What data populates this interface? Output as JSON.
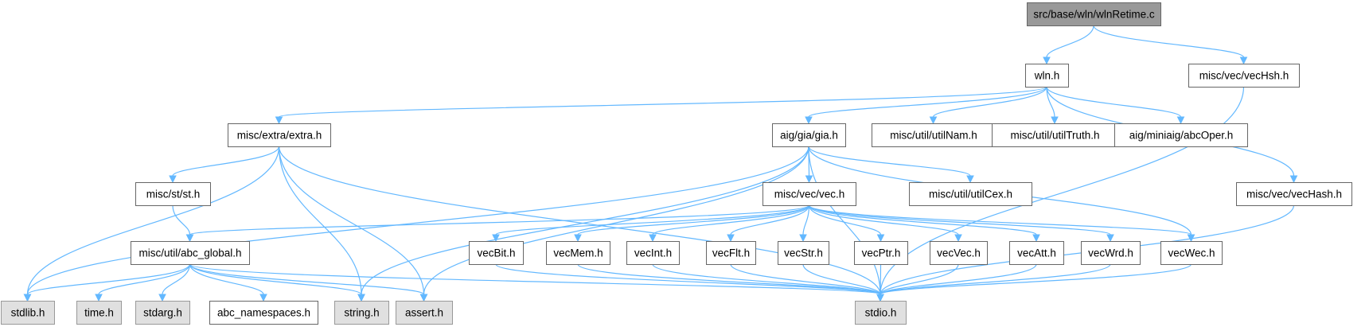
{
  "diagram": {
    "title": "src/base/wln/wlnRetime.c include dependency graph",
    "colors": {
      "edge": "#63b8ff",
      "root_fill": "#999999",
      "node_fill": "#ffffff",
      "system_fill": "#e0e0e0",
      "border": "#666666"
    },
    "nodes": [
      {
        "id": "root",
        "label": "src/base/wln/wlnRetime.c",
        "kind": "root"
      },
      {
        "id": "wln",
        "label": "wln.h",
        "kind": "normal"
      },
      {
        "id": "vecHsh",
        "label": "misc/vec/vecHsh.h",
        "kind": "normal"
      },
      {
        "id": "extra",
        "label": "misc/extra/extra.h",
        "kind": "normal"
      },
      {
        "id": "gia",
        "label": "aig/gia/gia.h",
        "kind": "normal"
      },
      {
        "id": "utilNam",
        "label": "misc/util/utilNam.h",
        "kind": "normal"
      },
      {
        "id": "utilTruth",
        "label": "misc/util/utilTruth.h",
        "kind": "normal"
      },
      {
        "id": "abcOper",
        "label": "aig/miniaig/abcOper.h",
        "kind": "normal"
      },
      {
        "id": "st",
        "label": "misc/st/st.h",
        "kind": "normal"
      },
      {
        "id": "vec",
        "label": "misc/vec/vec.h",
        "kind": "normal"
      },
      {
        "id": "utilCex",
        "label": "misc/util/utilCex.h",
        "kind": "normal"
      },
      {
        "id": "vecHash",
        "label": "misc/vec/vecHash.h",
        "kind": "normal"
      },
      {
        "id": "abcglobal",
        "label": "misc/util/abc_global.h",
        "kind": "normal"
      },
      {
        "id": "vecBit",
        "label": "vecBit.h",
        "kind": "normal"
      },
      {
        "id": "vecMem",
        "label": "vecMem.h",
        "kind": "normal"
      },
      {
        "id": "vecInt",
        "label": "vecInt.h",
        "kind": "normal"
      },
      {
        "id": "vecFlt",
        "label": "vecFlt.h",
        "kind": "normal"
      },
      {
        "id": "vecStr",
        "label": "vecStr.h",
        "kind": "normal"
      },
      {
        "id": "vecPtr",
        "label": "vecPtr.h",
        "kind": "normal"
      },
      {
        "id": "vecVec",
        "label": "vecVec.h",
        "kind": "normal"
      },
      {
        "id": "vecAtt",
        "label": "vecAtt.h",
        "kind": "normal"
      },
      {
        "id": "vecWrd",
        "label": "vecWrd.h",
        "kind": "normal"
      },
      {
        "id": "vecWec",
        "label": "vecWec.h",
        "kind": "normal"
      },
      {
        "id": "stdlib",
        "label": "stdlib.h",
        "kind": "system"
      },
      {
        "id": "time",
        "label": "time.h",
        "kind": "system"
      },
      {
        "id": "stdarg",
        "label": "stdarg.h",
        "kind": "system"
      },
      {
        "id": "abcns",
        "label": "abc_namespaces.h",
        "kind": "normal"
      },
      {
        "id": "string",
        "label": "string.h",
        "kind": "system"
      },
      {
        "id": "assert",
        "label": "assert.h",
        "kind": "system"
      },
      {
        "id": "stdio",
        "label": "stdio.h",
        "kind": "system"
      }
    ],
    "edges": [
      {
        "from": "root",
        "to": "wln"
      },
      {
        "from": "root",
        "to": "vecHsh"
      },
      {
        "from": "wln",
        "to": "extra"
      },
      {
        "from": "wln",
        "to": "gia"
      },
      {
        "from": "wln",
        "to": "utilNam"
      },
      {
        "from": "wln",
        "to": "utilTruth"
      },
      {
        "from": "wln",
        "to": "abcOper"
      },
      {
        "from": "wln",
        "to": "vecHash"
      },
      {
        "from": "vecHsh",
        "to": "stdio"
      },
      {
        "from": "extra",
        "to": "stdlib"
      },
      {
        "from": "extra",
        "to": "st"
      },
      {
        "from": "extra",
        "to": "string"
      },
      {
        "from": "extra",
        "to": "assert"
      },
      {
        "from": "extra",
        "to": "stdio"
      },
      {
        "from": "gia",
        "to": "stdlib"
      },
      {
        "from": "gia",
        "to": "vec"
      },
      {
        "from": "gia",
        "to": "utilCex"
      },
      {
        "from": "gia",
        "to": "string"
      },
      {
        "from": "gia",
        "to": "assert"
      },
      {
        "from": "gia",
        "to": "stdio"
      },
      {
        "from": "gia",
        "to": "vecWec"
      },
      {
        "from": "st",
        "to": "abcglobal"
      },
      {
        "from": "vec",
        "to": "abcglobal"
      },
      {
        "from": "vec",
        "to": "vecBit"
      },
      {
        "from": "vec",
        "to": "vecMem"
      },
      {
        "from": "vec",
        "to": "vecInt"
      },
      {
        "from": "vec",
        "to": "vecFlt"
      },
      {
        "from": "vec",
        "to": "vecStr"
      },
      {
        "from": "vec",
        "to": "vecPtr"
      },
      {
        "from": "vec",
        "to": "vecVec"
      },
      {
        "from": "vec",
        "to": "vecAtt"
      },
      {
        "from": "vec",
        "to": "vecWrd"
      },
      {
        "from": "vec",
        "to": "vecWec"
      },
      {
        "from": "vecHash",
        "to": "stdio"
      },
      {
        "from": "abcglobal",
        "to": "stdlib"
      },
      {
        "from": "abcglobal",
        "to": "time"
      },
      {
        "from": "abcglobal",
        "to": "stdarg"
      },
      {
        "from": "abcglobal",
        "to": "abcns"
      },
      {
        "from": "abcglobal",
        "to": "string"
      },
      {
        "from": "abcglobal",
        "to": "assert"
      },
      {
        "from": "abcglobal",
        "to": "stdio"
      },
      {
        "from": "vecBit",
        "to": "stdio"
      },
      {
        "from": "vecMem",
        "to": "stdio"
      },
      {
        "from": "vecInt",
        "to": "stdio"
      },
      {
        "from": "vecFlt",
        "to": "stdio"
      },
      {
        "from": "vecStr",
        "to": "stdio"
      },
      {
        "from": "vecPtr",
        "to": "stdio"
      },
      {
        "from": "vecVec",
        "to": "stdio"
      },
      {
        "from": "vecAtt",
        "to": "stdio"
      },
      {
        "from": "vecWrd",
        "to": "stdio"
      },
      {
        "from": "vecWec",
        "to": "stdio"
      }
    ]
  }
}
